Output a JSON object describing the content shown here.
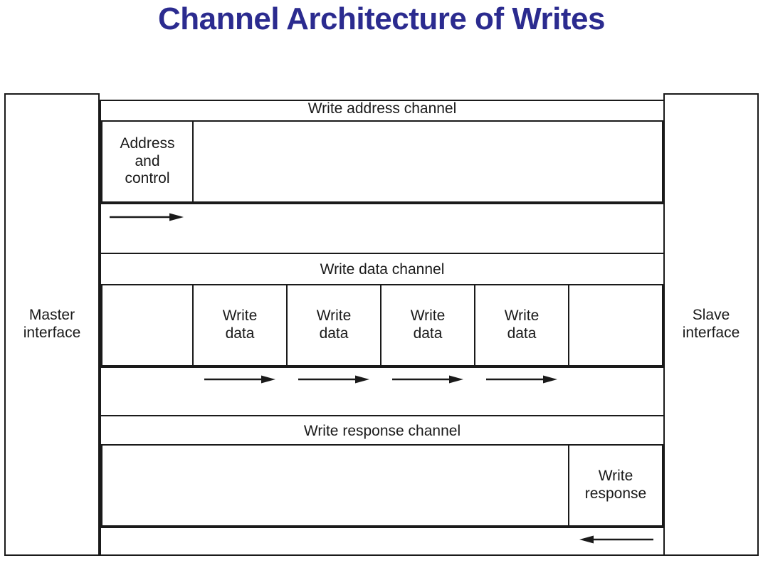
{
  "title": "Channel Architecture of Writes",
  "colors": {
    "title": "#2b2b8f",
    "line": "#1a1a1a",
    "background": "#ffffff"
  },
  "diagram": {
    "master_interface": "Master\ninterface",
    "master_interface_line1": "Master",
    "master_interface_line2": "interface",
    "slave_interface_line1": "Slave",
    "slave_interface_line2": "interface",
    "channels": [
      {
        "name": "write-address-channel",
        "label": "Write address channel",
        "cells": [
          {
            "name": "address-and-control",
            "line1": "Address",
            "line2": "and",
            "line3": "control"
          },
          {
            "name": "address-channel-empty",
            "line1": "",
            "line2": "",
            "line3": ""
          }
        ],
        "arrows": [
          {
            "name": "address-transfer-arrow",
            "direction": "right"
          }
        ]
      },
      {
        "name": "write-data-channel",
        "label": "Write data channel",
        "cells": [
          {
            "name": "data-cell-empty-left",
            "line1": "",
            "line2": ""
          },
          {
            "name": "write-data-beat-1",
            "line1": "Write",
            "line2": "data"
          },
          {
            "name": "write-data-beat-2",
            "line1": "Write",
            "line2": "data"
          },
          {
            "name": "write-data-beat-3",
            "line1": "Write",
            "line2": "data"
          },
          {
            "name": "write-data-beat-4",
            "line1": "Write",
            "line2": "data"
          },
          {
            "name": "data-cell-empty-right",
            "line1": "",
            "line2": ""
          }
        ],
        "arrows": [
          {
            "name": "data-transfer-arrow-1",
            "direction": "right"
          },
          {
            "name": "data-transfer-arrow-2",
            "direction": "right"
          },
          {
            "name": "data-transfer-arrow-3",
            "direction": "right"
          },
          {
            "name": "data-transfer-arrow-4",
            "direction": "right"
          }
        ]
      },
      {
        "name": "write-response-channel",
        "label": "Write response channel",
        "cells": [
          {
            "name": "response-cell-empty",
            "line1": "",
            "line2": ""
          },
          {
            "name": "write-response",
            "line1": "Write",
            "line2": "response"
          }
        ],
        "arrows": [
          {
            "name": "response-transfer-arrow",
            "direction": "left"
          }
        ]
      }
    ]
  }
}
